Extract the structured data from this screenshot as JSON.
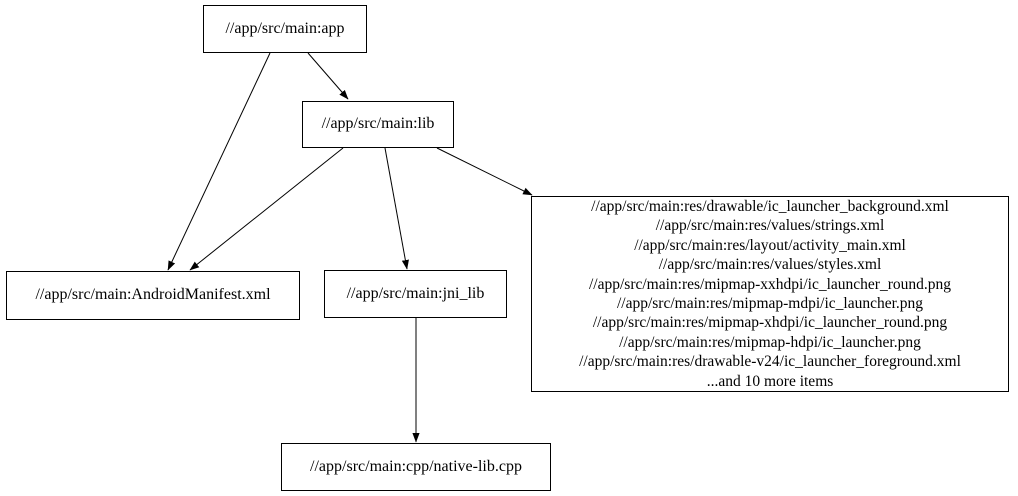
{
  "graph": {
    "colors": {
      "background": "#ffffff",
      "node_border": "#000000",
      "edge": "#000000",
      "text": "#000000"
    },
    "nodes": {
      "app": {
        "label": "//app/src/main:app"
      },
      "lib": {
        "label": "//app/src/main:lib"
      },
      "android_manifest": {
        "label": "//app/src/main:AndroidManifest.xml"
      },
      "jni_lib": {
        "label": "//app/src/main:jni_lib"
      },
      "native_lib": {
        "label": "//app/src/main:cpp/native-lib.cpp"
      },
      "resources": {
        "lines": [
          "//app/src/main:res/drawable/ic_launcher_background.xml",
          "//app/src/main:res/values/strings.xml",
          "//app/src/main:res/layout/activity_main.xml",
          "//app/src/main:res/values/styles.xml",
          "//app/src/main:res/mipmap-xxhdpi/ic_launcher_round.png",
          "//app/src/main:res/mipmap-mdpi/ic_launcher.png",
          "//app/src/main:res/mipmap-xhdpi/ic_launcher_round.png",
          "//app/src/main:res/mipmap-hdpi/ic_launcher.png",
          "//app/src/main:res/drawable-v24/ic_launcher_foreground.xml",
          "...and 10 more items"
        ]
      }
    },
    "edges": [
      {
        "from": "//app/src/main:app",
        "to": "//app/src/main:lib"
      },
      {
        "from": "//app/src/main:app",
        "to": "//app/src/main:AndroidManifest.xml"
      },
      {
        "from": "//app/src/main:lib",
        "to": "//app/src/main:AndroidManifest.xml"
      },
      {
        "from": "//app/src/main:lib",
        "to": "//app/src/main:jni_lib"
      },
      {
        "from": "//app/src/main:lib",
        "to": "//app/src/main:res (resource file group)"
      },
      {
        "from": "//app/src/main:jni_lib",
        "to": "//app/src/main:cpp/native-lib.cpp"
      }
    ]
  }
}
